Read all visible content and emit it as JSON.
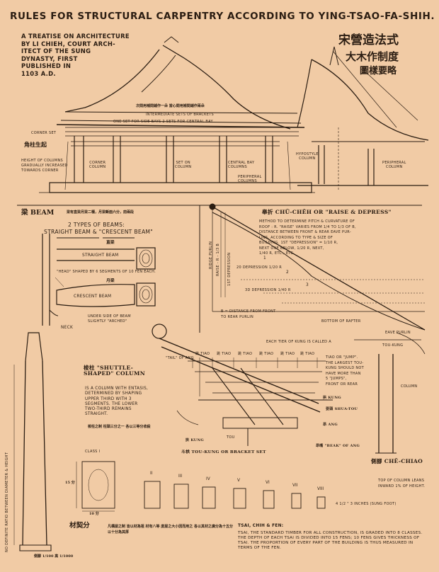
{
  "header": {
    "title": "RULES FOR STRUCTURAL CARPENTRY ACCORDING TO YING-TSAO-FA-SHIH.",
    "treatise": [
      "A TREATISE ON ARCHITECTURE",
      "BY LI CHIEH, COURT ARCH-",
      "ITECT OF THE SUNG",
      "DYNASTY, FIRST",
      "PUBLISHED IN",
      "1103 A.D."
    ],
    "chinese_title": [
      "宋營造法式",
      "大木作制度",
      "圖樣要略"
    ]
  },
  "hall": {
    "bracket_cn": "次間用補間鋪作一朵 當心間用補間鋪作兩朵",
    "intermediate_sets": "INTERMEDIATE SETS OF BRACKETS",
    "bracket_counts": "ONE SET FOR SIDE BAYS   2 SETS FOR CENTRAL BAY",
    "corner_cn": "角柱生起",
    "corner_set": "CORNER SET",
    "height_note": [
      "HEIGHT OF COLUMNS",
      "GRADUALLY INCREASED",
      "TOWARDS CORNER"
    ],
    "corner_column": [
      "CORNER",
      "COLUMN"
    ],
    "set_on_column": [
      "SET ON",
      "COLUMN"
    ],
    "central_bay_columns": [
      "CENTRAL BAY",
      "COLUMNS"
    ],
    "peripheral_columns": [
      "PERIPHERAL",
      "COLUMNS"
    ],
    "hypostyle_column": [
      "HYPOSTYLE",
      "COLUMN"
    ],
    "peripheral_column": [
      "PERIPHERAL",
      "COLUMN"
    ]
  },
  "beam": {
    "heading": "梁 BEAM",
    "cn_note": "梁有直梁月梁二種，月梁斷面六分，前兩段",
    "types": "2 TYPES OF BEAMS:",
    "types_2": "STRAIGHT BEAM & \"CRESCENT BEAM\"",
    "straight_cn": "直梁",
    "straight": "STRAIGHT BEAM",
    "head_note": "\"HEAD\" SHAPED BY 6 SEGMENTS OF 10 FEN EACH.",
    "crescent_cn": "月梁",
    "crescent": "CRESCENT BEAM",
    "underside": [
      "UNDER SIDE OF BEAM",
      "SLIGHTLY \"ARCHED\""
    ],
    "neck": "NECK"
  },
  "chucheh": {
    "heading": "舉折 CHÜ-CHÊH OR \"RAISE & DEPRESS\"",
    "lines": [
      "METHOD TO DETERMINE PITCH & CURVATURE OF",
      "ROOF : R. \"RAISE\" VARIES FROM 1/4 TO 1/3 OF B,",
      "DISTANCE BETWEEN FRONT & REAR EAVE PUR-",
      "LINS, ACCORDING TO TYPE & SIZE OF",
      "BUILDING.   1ST \"DEPRESSION\" = 1/10 R,",
      "NEXT ONE BELOW, 1/20 R, NEXT,",
      "1/40 R, ETC., ETC."
    ],
    "ridge_purlin": "RIDGE PURLIN",
    "raise": "RAISE - R - 1/3 B",
    "first_depression": "1ST DEPRESSION",
    "d2": "20 DEPRESSION 1/20 R",
    "d3": "3D DEPRESSION 1/40 R",
    "b_distance": [
      "B = DISTANCE FROM FRONT",
      "TO REAR PURLIN"
    ],
    "bottom_rafter": "BOTTOM OF RAFTER",
    "eave_purlin": "EAVE PURLIN",
    "label_1": "1",
    "label_2": "2",
    "label_3": "3"
  },
  "tiaos": {
    "labels": [
      "跳 TIAO",
      "跳 TIAO",
      "跳 TIAO",
      "跳 TIAO",
      "跳 TIAO",
      "跳 TIAO"
    ],
    "tier_note": [
      "EACH TIER OF KUNG IS CALLED A",
      "TIAO OR \"JUMP\".",
      "THE LARGEST TOU-",
      "KUNG SHOULD NOT",
      "HAVE MORE THAN",
      "5 \"JUMPS\",",
      "FRONT OR REAR"
    ]
  },
  "toukung": {
    "tou_kung": "TOU-KUNG",
    "column": "COLUMN",
    "kung": "拱 KUNG",
    "shua_tou": "耍頭 SHUA-TOU",
    "ang": "昂 ANG",
    "beak": "昂嘴 \"BEAK\" OF ANG",
    "tail": "\"TAIL\" OF ANG",
    "tou": "TOU",
    "kung_left": "拱 KUNG",
    "caption": "斗栱 TOU-KUNG OR BRACKET SET"
  },
  "column": {
    "heading": "梭柱 \"SHUTTLE-SHAPED\" COLUMN",
    "desc": "IS A COLUMN WITH ENTASIS, DETERMINED BY SHAPING UPPER THIRD WITH 3 SEGMENTS. THE LOWER TWO-THIRD REMAINS STRAIGHT.",
    "side_note": "NO DEFINITE RATIO BETWEEN DIAMETER & HEIGHT",
    "base_cn": "側腳 1/100 高 1/1000",
    "cn_note": "梭柱之制 柱頭三分之一 各以三等分收殺"
  },
  "chechiao": {
    "heading": "側腳 CHÊ-CHIAO",
    "note": [
      "TOP OF COLUMN LEANS",
      "INWARD 1% OF HEIGHT."
    ]
  },
  "classes": {
    "class_label": "CLASS I",
    "numerals": [
      "I",
      "II",
      "III",
      "IV",
      "V",
      "VI",
      "VII",
      "VIII"
    ],
    "fen_note": "4 1/2 \" 3 INCHES (SUNG FOOT)",
    "dims": [
      "15 分",
      "10 分"
    ]
  },
  "cai": {
    "heading": "材契分",
    "text_cn": "凡構屋之制 皆以材為祖 材有八等 度屋之大小因而用之 各以其材之廣分為十五分 以十分為其厚",
    "tsai_heading": "TSAI, CHIH & FEN:",
    "tsai_text": "TSAI, THE STANDARD TIMBER FOR ALL CONSTRUCTION, IS GRADED INTO 8 CLASSES. THE DEPTH OF EACH TSAI IS DIVIDED INTO 15 FENS; 10 FENS GIVES THICKNESS OF TSAI. THE PROPORTION OF EVERY PART OF THE BUILDING IS THUS MEASURED IN TERMS OF THE FEN."
  },
  "colors": {
    "paper": "#f1cba5",
    "ink": "#2b1d12"
  }
}
